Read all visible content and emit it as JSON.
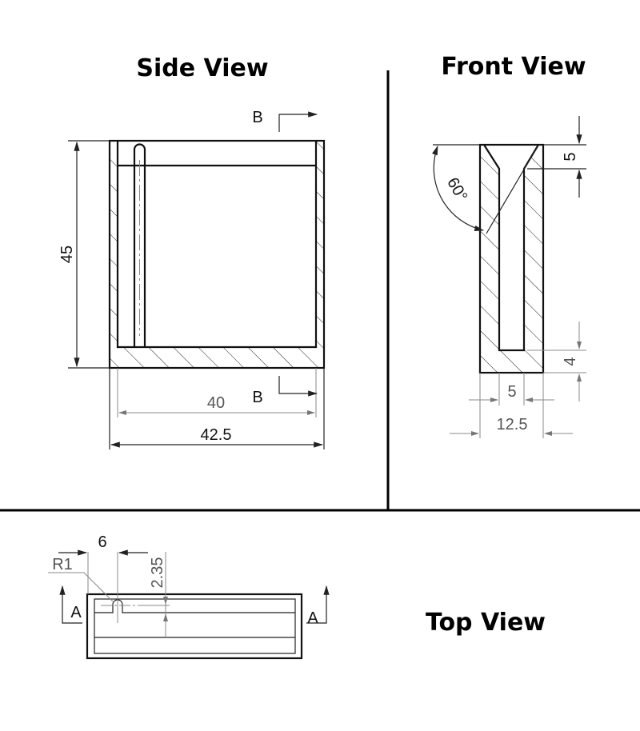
{
  "titles": {
    "side": "Side View",
    "front": "Front View",
    "top": "Top View"
  },
  "side_view": {
    "height_dim": "45",
    "inner_width_dim": "40",
    "outer_width_dim": "42.5",
    "section_label": "B"
  },
  "front_view": {
    "angle_dim": "60°",
    "top_depth_dim": "5",
    "bottom_thickness_dim": "4",
    "slot_width_dim": "5",
    "overall_width_dim": "12.5"
  },
  "top_view": {
    "offset_dim": "6",
    "radius_dim": "R1",
    "slot_dim": "2.35",
    "section_label": "A"
  }
}
